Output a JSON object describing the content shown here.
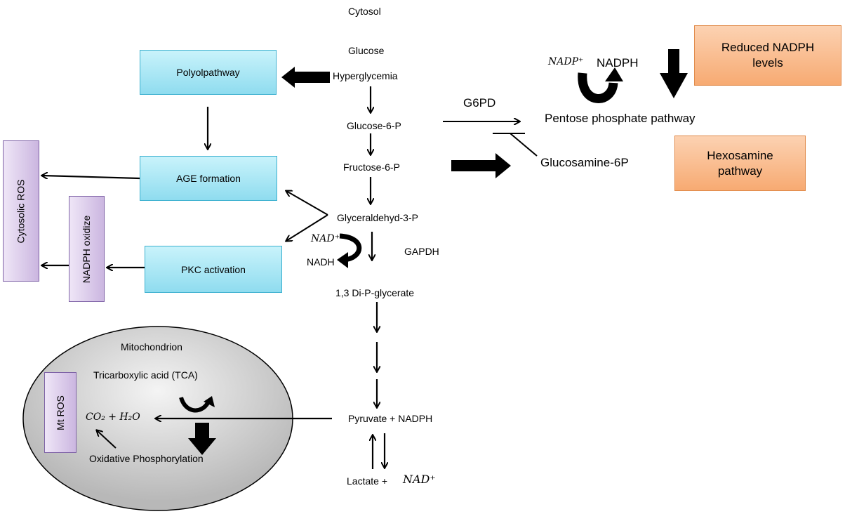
{
  "labels": {
    "cytosol": "Cytosol",
    "glucose": "Glucose",
    "hyperglycemia": "Hyperglycemia",
    "glucose6p": "Glucose-6-P",
    "fructose6p": "Fructose-6-P",
    "glyceraldehyd3p": "Glyceraldehyd-3-P",
    "gapdh": "GAPDH",
    "nad_plus": "NAD⁺",
    "nadh": "NADH",
    "diPglycerate": "1,3 Di-P-glycerate",
    "pyruvate": "Pyruvate + NADPH",
    "lactate": "Lactate +",
    "lactate_nad": "NAD⁺",
    "g6pd": "G6PD",
    "nadp_plus": "NADP⁺",
    "nadph": "NADPH",
    "pentose": "Pentose phosphate pathway",
    "glucosamine": "Glucosamine-6P",
    "mitochondrion": "Mitochondrion",
    "tca": "Tricarboxylic acid (TCA)",
    "co2h2o": "CO₂ + H₂O",
    "oxphos": "Oxidative  Phosphorylation"
  },
  "boxes": {
    "polyol": "Polyolpathway",
    "age": "AGE formation",
    "pkc": "PKC activation",
    "cytosolic_ros": "Cytosolic ROS",
    "nadph_oxidize": "NADPH oxidize",
    "mt_ros": "Mt ROS",
    "reduced_nadph": "Reduced NADPH levels",
    "hexosamine": "Hexosamine pathway"
  },
  "colors": {
    "blue_box": "#8fdcef",
    "orange_box": "#f7aa72",
    "purple_box": "#cbb6e0",
    "mitochondrion_fill": "#c8c8c8"
  }
}
